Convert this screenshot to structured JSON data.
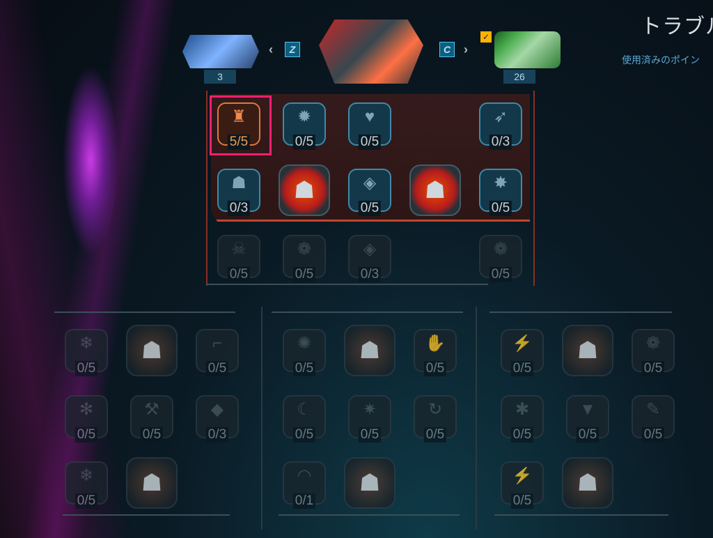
{
  "header": {
    "title": "トラブル",
    "subtitle": "使用済みのポイン"
  },
  "characters": {
    "left": {
      "count": "3",
      "key": "Z"
    },
    "right": {
      "count": "26",
      "key": "C",
      "selected_check": "✓"
    }
  },
  "top_tree": [
    {
      "value": "5/5",
      "icon": "robot-trophy-icon",
      "state": "active"
    },
    {
      "value": "0/5",
      "icon": "explosion-icon",
      "state": "available"
    },
    {
      "value": "0/5",
      "icon": "strength-heart-icon",
      "state": "available"
    },
    null,
    {
      "value": "0/3",
      "icon": "winged-boot-icon",
      "state": "available"
    },
    {
      "value": "0/3",
      "icon": "wolf-head-icon",
      "state": "available"
    },
    {
      "value": null,
      "icon": "beast-roar-icon",
      "state": "big-on"
    },
    {
      "value": "0/5",
      "icon": "shield-icon",
      "state": "available"
    },
    {
      "value": null,
      "icon": "tiger-icon",
      "state": "big-on"
    },
    {
      "value": "0/5",
      "icon": "burst-icon",
      "state": "available"
    },
    {
      "value": "0/5",
      "icon": "skull-crossbones-icon",
      "state": "locked"
    },
    {
      "value": "0/5",
      "icon": "paw-icon",
      "state": "locked"
    },
    {
      "value": "0/3",
      "icon": "shield-bolt-icon",
      "state": "locked"
    },
    null,
    {
      "value": "0/5",
      "icon": "paw-skull-icon",
      "state": "locked"
    }
  ],
  "branches": [
    [
      {
        "value": "0/5",
        "icon": "frost-wave-icon"
      },
      {
        "value": null,
        "icon": "beast-skull-icon",
        "big": true
      },
      {
        "value": "0/5",
        "icon": "gun-icon"
      },
      {
        "value": "0/5",
        "icon": "frost-burst-icon"
      },
      {
        "value": "0/5",
        "icon": "tool-icon"
      },
      {
        "value": "0/3",
        "icon": "badge-icon"
      },
      {
        "value": "0/5",
        "icon": "snowflake-icon"
      },
      {
        "value": null,
        "icon": "panther-icon",
        "big": true
      }
    ],
    [
      {
        "value": "0/5",
        "icon": "spiral-icon"
      },
      {
        "value": null,
        "icon": "demon-icon",
        "big": true
      },
      {
        "value": "0/5",
        "icon": "claw-icon"
      },
      {
        "value": "0/5",
        "icon": "scythe-icon"
      },
      {
        "value": "0/5",
        "icon": "cycle-burst-icon"
      },
      {
        "value": "0/5",
        "icon": "refresh-robot-icon"
      },
      {
        "value": "0/1",
        "icon": "wave-icon"
      },
      {
        "value": null,
        "icon": "armored-beast-icon",
        "big": true
      }
    ],
    [
      {
        "value": "0/5",
        "icon": "shock-wave-icon"
      },
      {
        "value": null,
        "icon": "bull-icon",
        "big": true
      },
      {
        "value": "0/5",
        "icon": "paw-bolt-icon"
      },
      {
        "value": "0/5",
        "icon": "crab-icon"
      },
      {
        "value": "0/5",
        "icon": "fangs-icon"
      },
      {
        "value": "0/5",
        "icon": "syringe-icon"
      },
      {
        "value": "0/5",
        "icon": "lightning-icon"
      },
      {
        "value": null,
        "icon": "roaring-beast-icon",
        "big": true
      }
    ]
  ],
  "colors": {
    "accent": "#ff1f6e",
    "active": "#f29a52",
    "panel": "#c0462e"
  }
}
